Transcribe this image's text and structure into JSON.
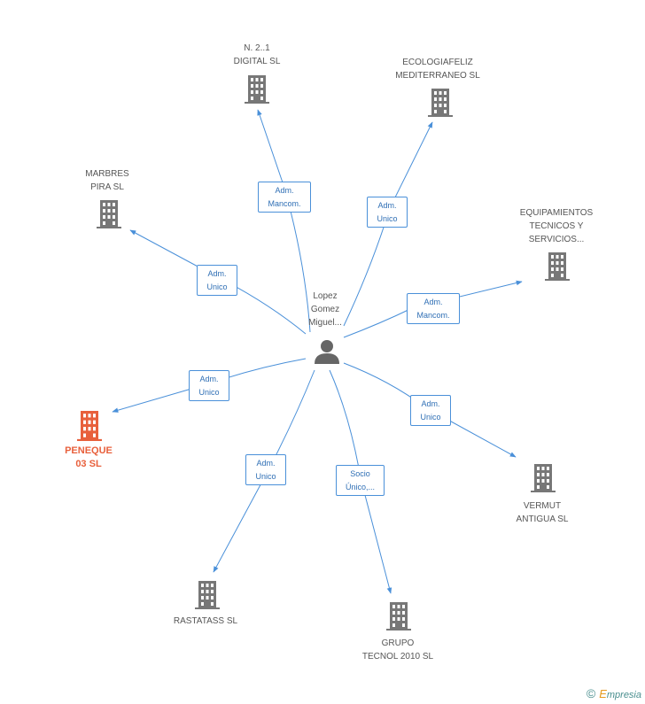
{
  "center": {
    "name": "Lopez\nGomez\nMiguel..."
  },
  "nodes": {
    "n21": {
      "name": "N. 2..1\nDIGITAL  SL"
    },
    "ecologiafeliz": {
      "name": "ECOLOGIAFELIZ\nMEDITERRANEO SL"
    },
    "marbres": {
      "name": "MARBRES\nPIRA SL"
    },
    "equipamientos": {
      "name": "EQUIPAMIENTOS\nTECNICOS Y\nSERVICIOS..."
    },
    "peneque": {
      "name": "PENEQUE\n03 SL"
    },
    "vermut": {
      "name": "VERMUT\nANTIGUA SL"
    },
    "rastatass": {
      "name": "RASTATASS SL"
    },
    "grupo": {
      "name": "GRUPO\nTECNOL 2010 SL"
    }
  },
  "edges": {
    "n21": "Adm.\nMancom.",
    "ecologiafeliz": "Adm.\nUnico",
    "marbres": "Adm.\nUnico",
    "equipamientos": "Adm.\nMancom.",
    "peneque": "Adm.\nUnico",
    "vermut": "Adm.\nUnico",
    "rastatass": "Adm.\nUnico",
    "grupo": "Socio\nÚnico,..."
  },
  "colors": {
    "edge": "#4a90d9",
    "building": "#777777",
    "focus": "#e8603c",
    "person": "#666666"
  },
  "footer": {
    "copyright": "©",
    "brand_e": "E",
    "brand_rest": "mpresia"
  }
}
